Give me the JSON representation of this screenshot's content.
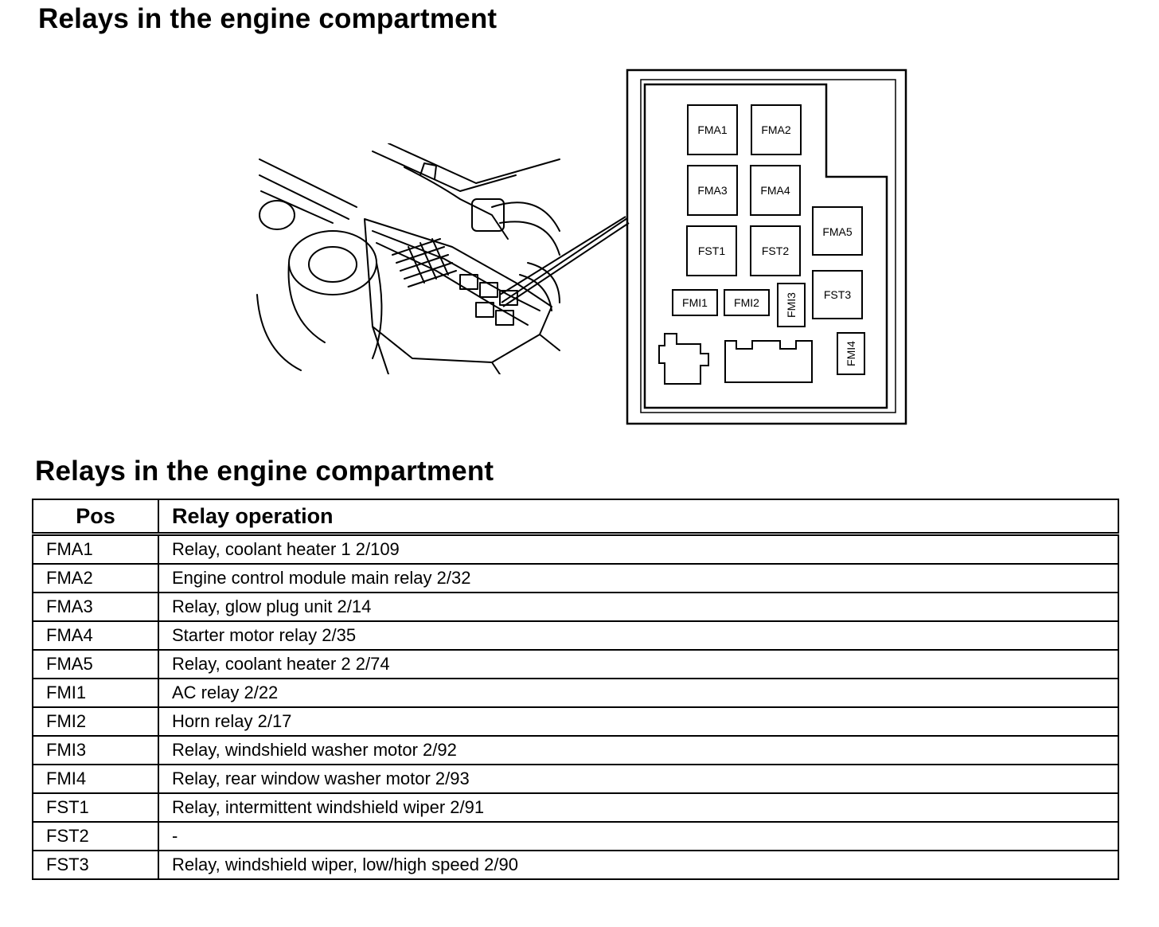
{
  "headings": {
    "top": "Relays in the engine compartment",
    "middle": "Relays in the engine compartment"
  },
  "diagram": {
    "slots": {
      "fma1": "FMA1",
      "fma2": "FMA2",
      "fma3": "FMA3",
      "fma4": "FMA4",
      "fma5": "FMA5",
      "fst1": "FST1",
      "fst2": "FST2",
      "fst3": "FST3",
      "fmi1": "FMI1",
      "fmi2": "FMI2",
      "fmi3": "FMI3",
      "fmi4": "FMI4"
    }
  },
  "table": {
    "headers": {
      "pos": "Pos",
      "operation": "Relay operation"
    },
    "rows": [
      {
        "pos": "FMA1",
        "operation": "Relay, coolant heater 1 2/109"
      },
      {
        "pos": "FMA2",
        "operation": "Engine control module main relay 2/32"
      },
      {
        "pos": "FMA3",
        "operation": "Relay, glow plug unit 2/14"
      },
      {
        "pos": "FMA4",
        "operation": "Starter motor relay 2/35"
      },
      {
        "pos": "FMA5",
        "operation": "Relay, coolant heater 2 2/74"
      },
      {
        "pos": "FMI1",
        "operation": "AC relay 2/22"
      },
      {
        "pos": "FMI2",
        "operation": "Horn relay 2/17"
      },
      {
        "pos": "FMI3",
        "operation": "Relay, windshield washer motor 2/92"
      },
      {
        "pos": "FMI4",
        "operation": "Relay, rear window washer motor 2/93"
      },
      {
        "pos": "FST1",
        "operation": "Relay, intermittent windshield wiper 2/91"
      },
      {
        "pos": "FST2",
        "operation": "-"
      },
      {
        "pos": "FST3",
        "operation": "Relay, windshield wiper, low/high speed 2/90"
      }
    ]
  }
}
